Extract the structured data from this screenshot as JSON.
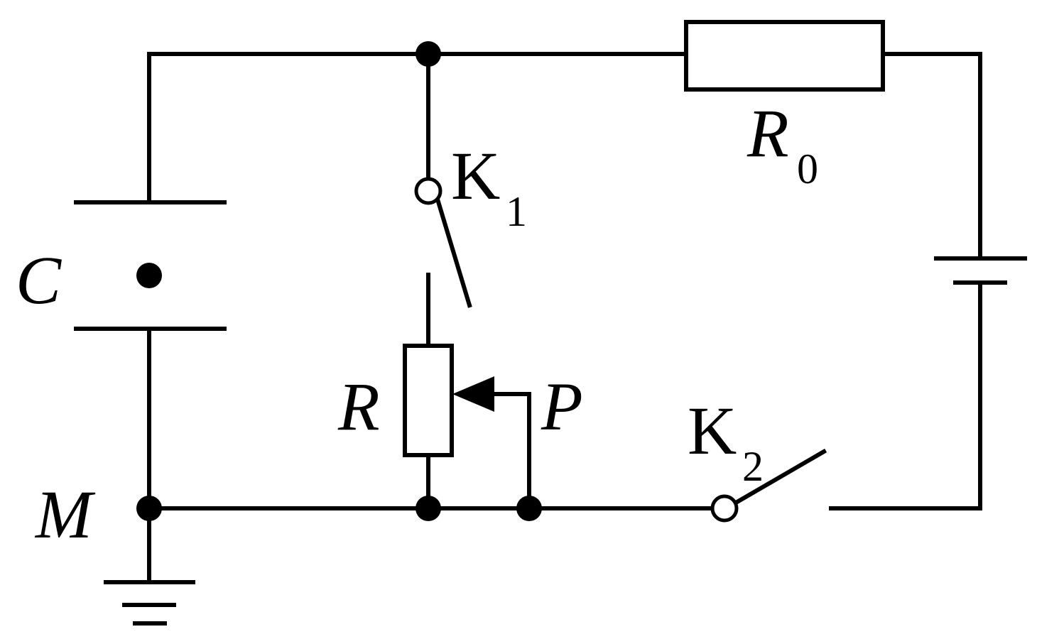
{
  "diagram": {
    "labels": {
      "capacitor": "C",
      "node_m": "M",
      "rheostat": "R",
      "slider": "P",
      "fixed_resistor": "R",
      "fixed_resistor_sub": "0",
      "switch1": "K",
      "switch1_sub": "1",
      "switch2": "K",
      "switch2_sub": "2"
    },
    "colors": {
      "line": "#000000",
      "background": "#ffffff"
    }
  }
}
